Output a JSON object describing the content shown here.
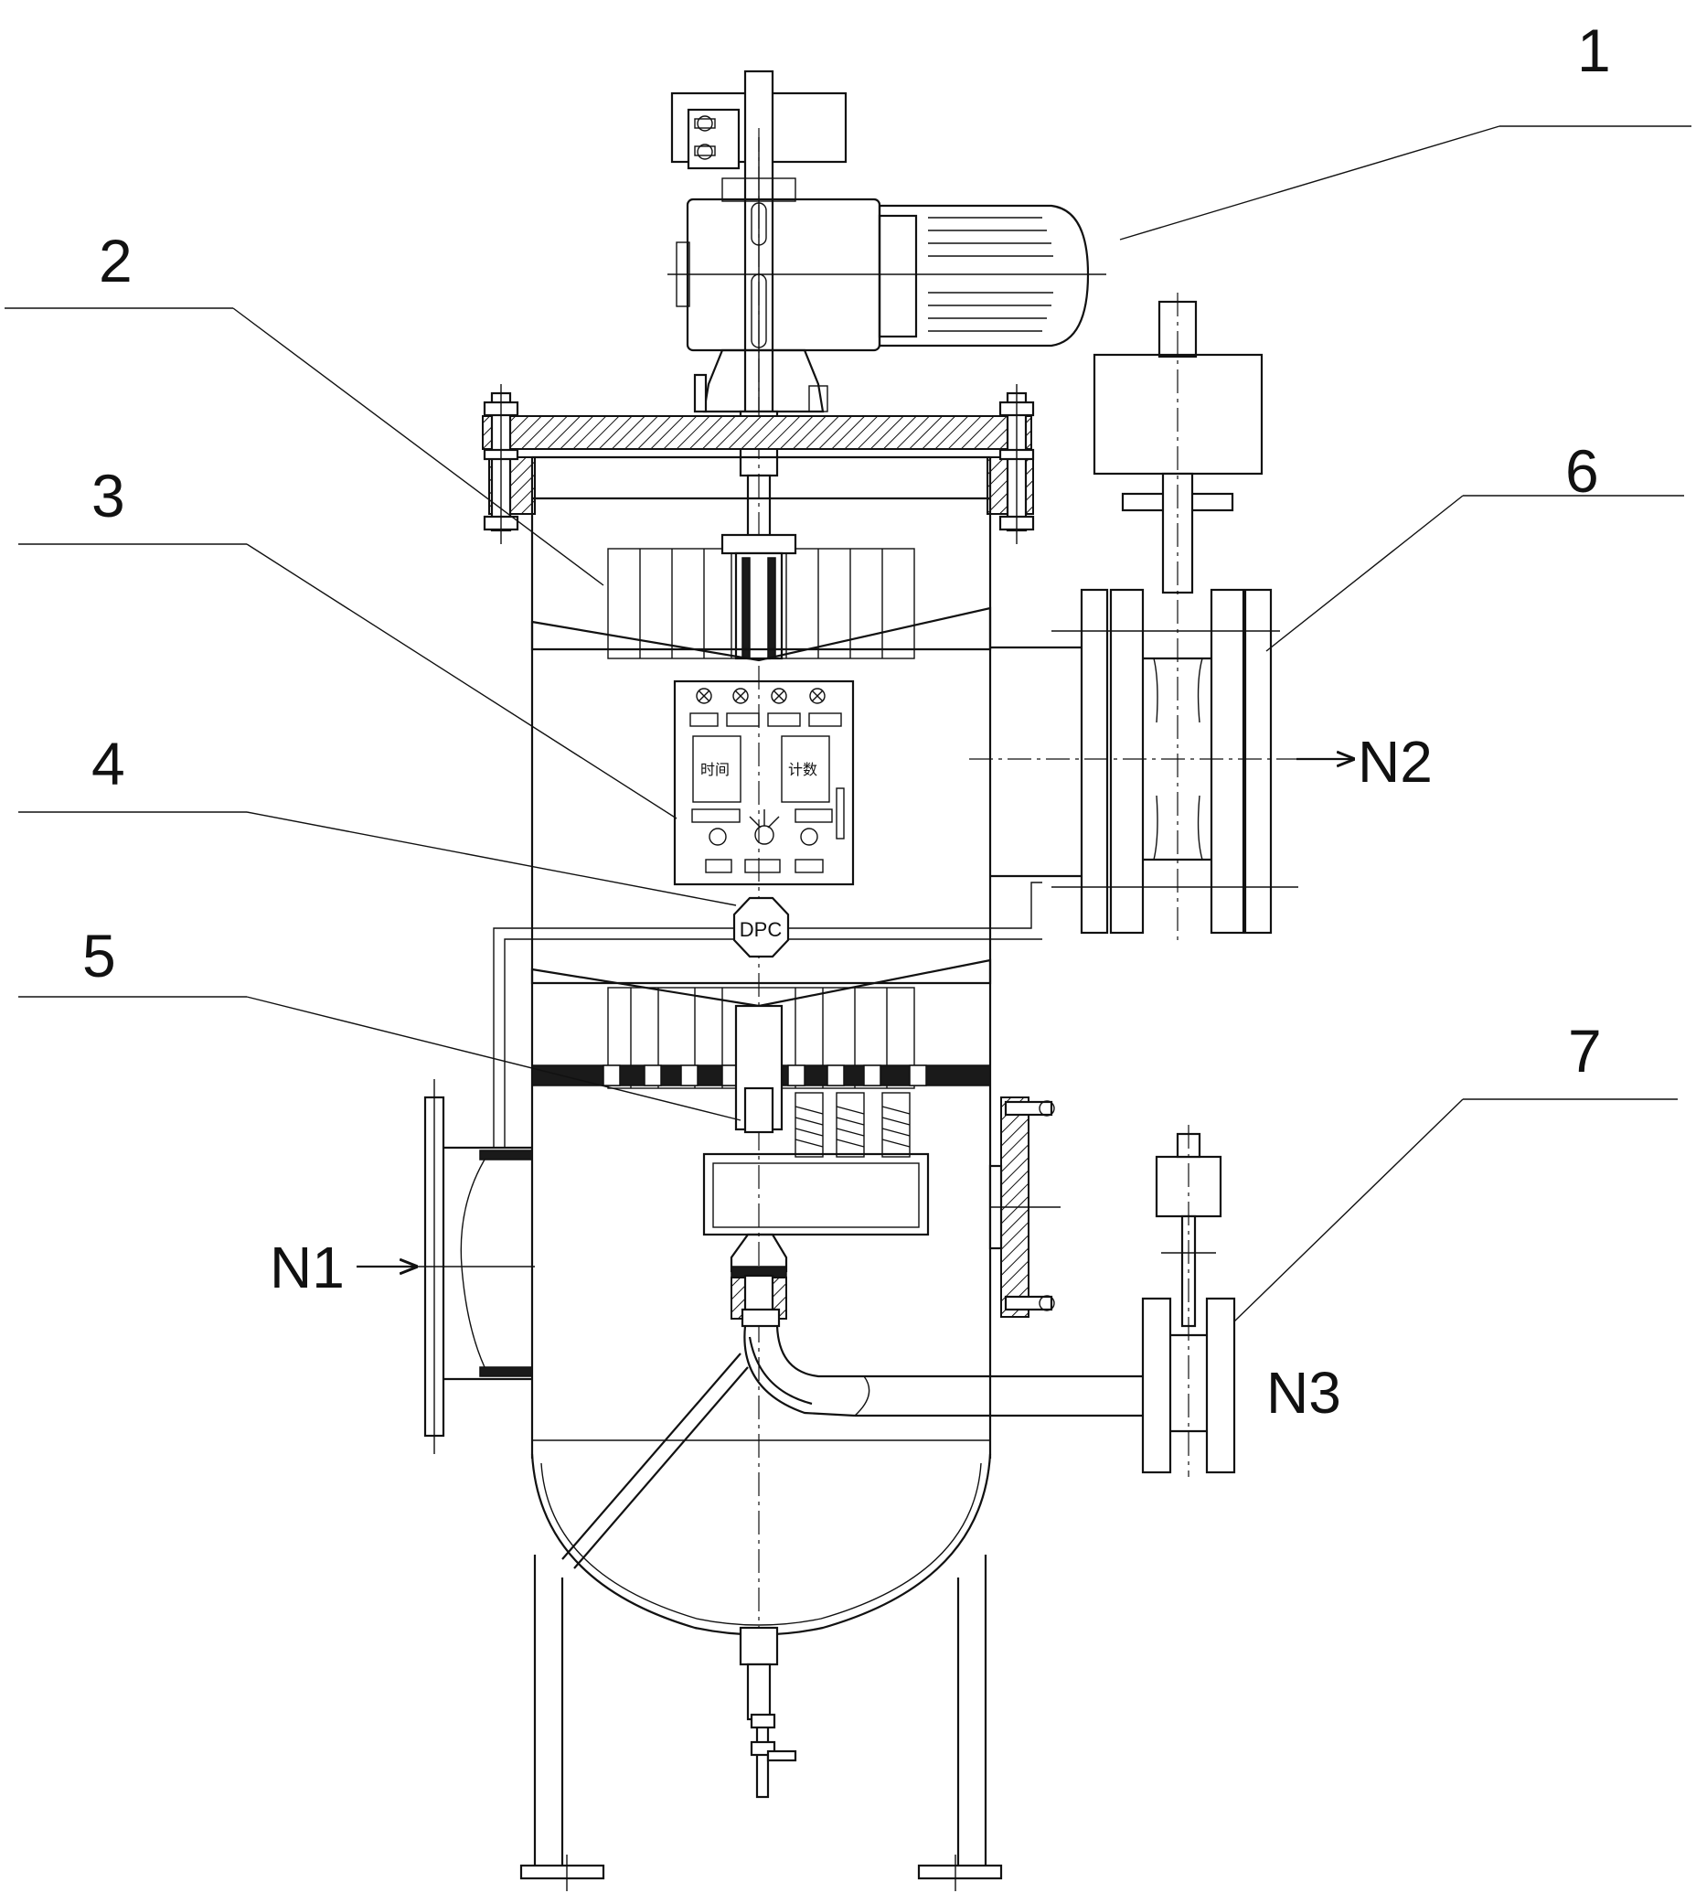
{
  "callouts": [
    {
      "id": "1",
      "text": "1"
    },
    {
      "id": "2",
      "text": "2"
    },
    {
      "id": "3",
      "text": "3"
    },
    {
      "id": "4",
      "text": "4"
    },
    {
      "id": "5",
      "text": "5"
    },
    {
      "id": "6",
      "text": "6"
    },
    {
      "id": "7",
      "text": "7"
    }
  ],
  "nozzles": {
    "inlet": "N1",
    "outlet": "N2",
    "drain": "N3"
  },
  "instrument": {
    "dpc": "DPC"
  },
  "control_panel": {
    "window_left": "时间",
    "window_right": "计数"
  },
  "colors": {
    "line": "#111111",
    "background": "#ffffff"
  }
}
